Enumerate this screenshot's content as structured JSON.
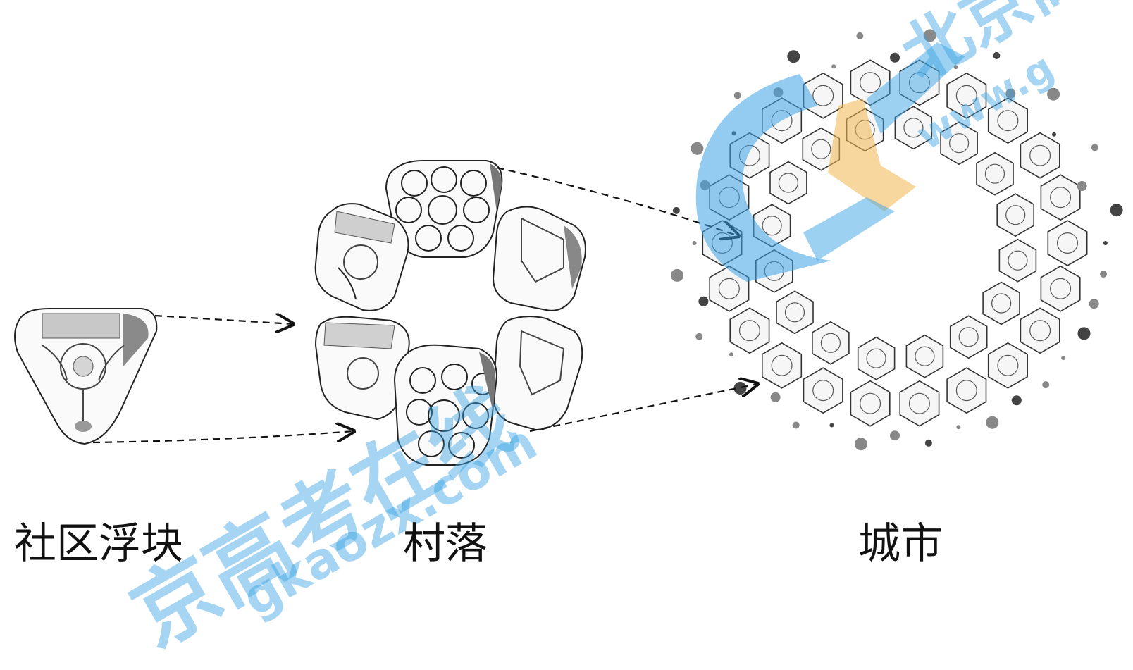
{
  "stages": [
    {
      "id": "community",
      "label": "社区浮块"
    },
    {
      "id": "village",
      "label": "村落"
    },
    {
      "id": "city",
      "label": "城市"
    }
  ],
  "watermark": {
    "name_cn": "北京高考在线",
    "url": "www.gkaozx.com",
    "color": "#3aa3e3",
    "accent": "#f2b650"
  }
}
